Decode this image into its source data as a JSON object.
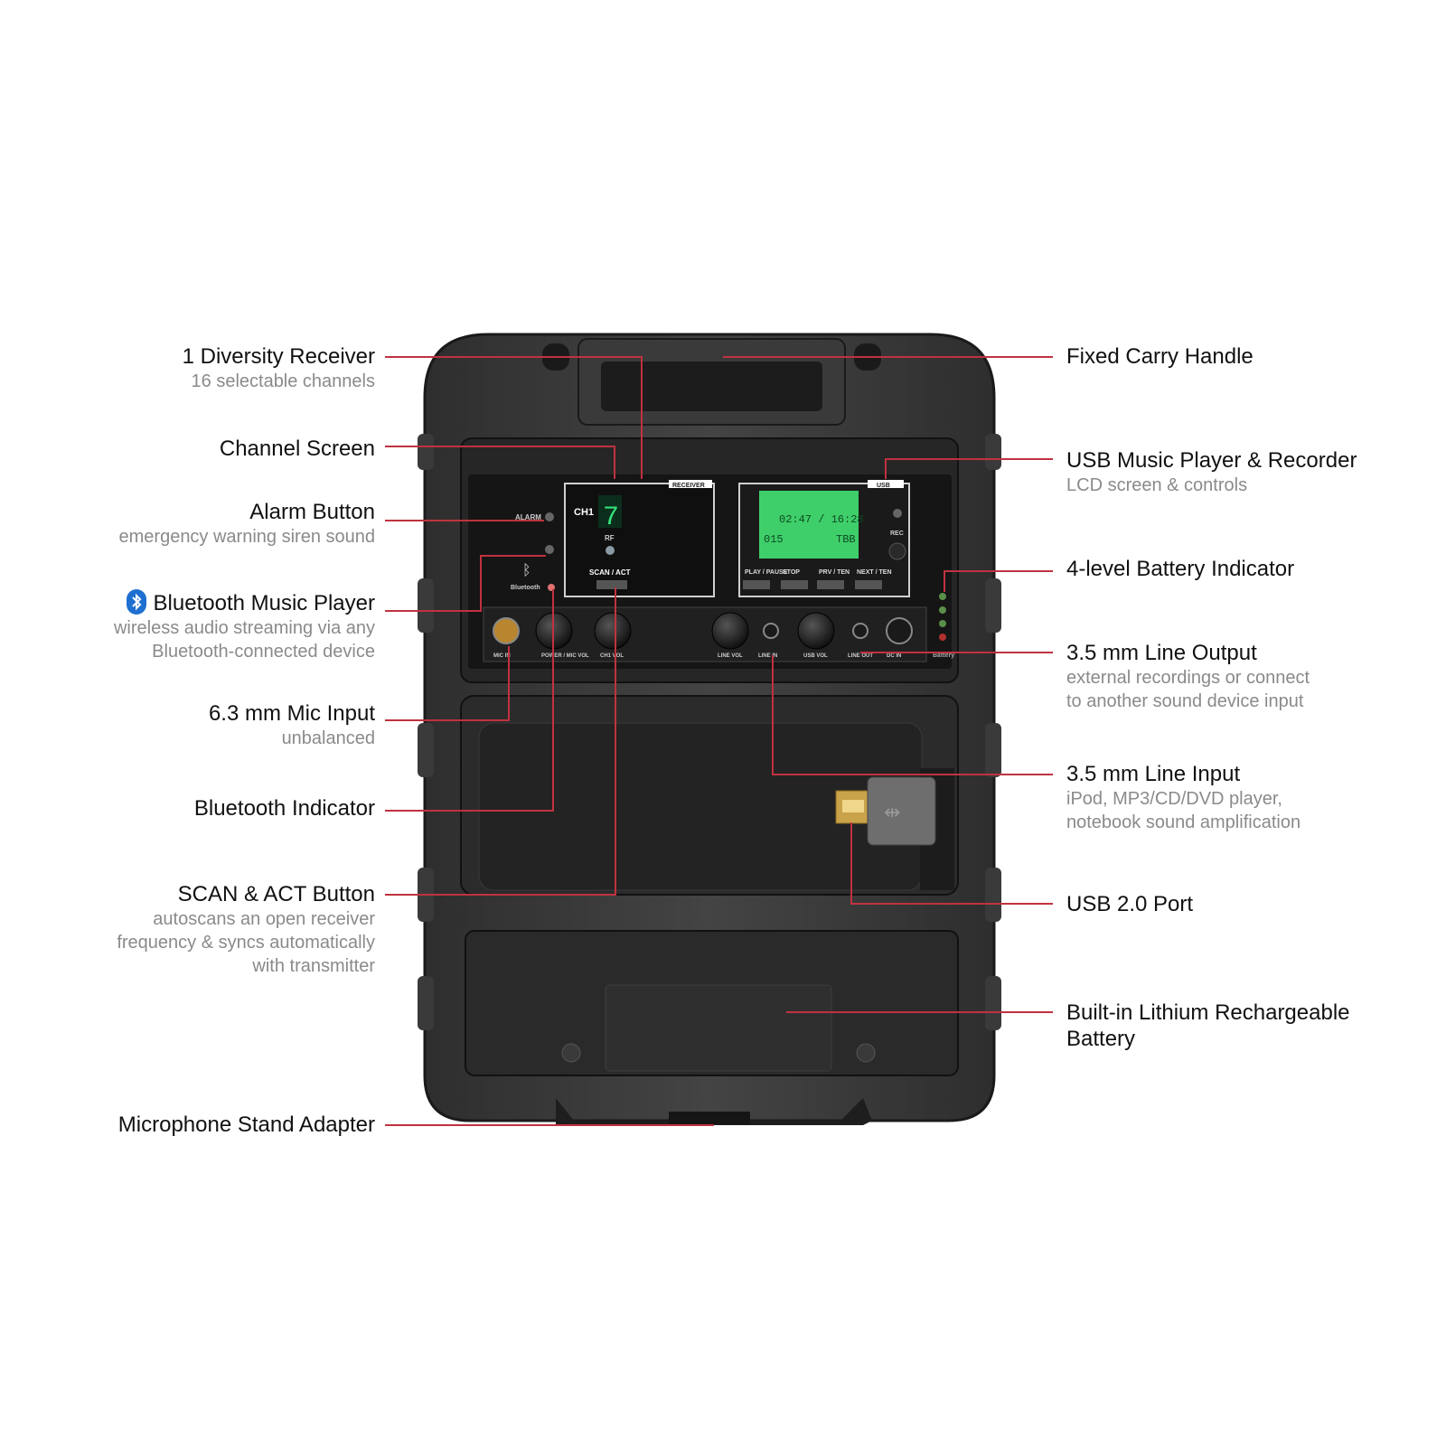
{
  "colors": {
    "leader": "#c0323f",
    "body": "#3b3b3b",
    "bluetooth": "#1e6fd0",
    "lcd": "#3fcf6a"
  },
  "left_callouts": [
    {
      "id": "diversity-receiver",
      "title": "1 Diversity Receiver",
      "sub": [
        "16 selectable channels"
      ]
    },
    {
      "id": "channel-screen",
      "title": "Channel Screen",
      "sub": []
    },
    {
      "id": "alarm-button",
      "title": "Alarm Button",
      "sub": [
        "emergency warning siren sound"
      ]
    },
    {
      "id": "bluetooth-music-player",
      "title": "Bluetooth Music Player",
      "sub": [
        "wireless audio streaming via any",
        "Bluetooth-connected device"
      ],
      "icon": "bluetooth-icon"
    },
    {
      "id": "mic-input",
      "title": "6.3 mm Mic Input",
      "sub": [
        "unbalanced"
      ]
    },
    {
      "id": "bluetooth-indicator",
      "title": "Bluetooth Indicator",
      "sub": []
    },
    {
      "id": "scan-act-button",
      "title": "SCAN & ACT Button",
      "sub": [
        "autoscans an open receiver",
        "frequency & syncs automatically",
        "with transmitter"
      ]
    },
    {
      "id": "mic-stand-adapter",
      "title": "Microphone Stand Adapter",
      "sub": []
    }
  ],
  "right_callouts": [
    {
      "id": "carry-handle",
      "title": "Fixed Carry Handle",
      "sub": []
    },
    {
      "id": "usb-player",
      "title": "USB Music Player & Recorder",
      "sub": [
        "LCD screen & controls"
      ]
    },
    {
      "id": "battery-indicator",
      "title": "4-level Battery Indicator",
      "sub": []
    },
    {
      "id": "line-output",
      "title": "3.5 mm Line Output",
      "sub": [
        "external recordings or connect",
        "to another sound device input"
      ]
    },
    {
      "id": "line-input",
      "title": "3.5 mm Line Input",
      "sub": [
        "iPod, MP3/CD/DVD player,",
        "notebook sound amplification"
      ]
    },
    {
      "id": "usb-port",
      "title": "USB 2.0 Port",
      "sub": []
    },
    {
      "id": "lithium-battery",
      "title": "Built-in Lithium Rechargeable",
      "sub": [],
      "title2": "Battery"
    }
  ],
  "device": {
    "panel_left": {
      "alarm": "ALARM",
      "bluetooth": "Bluetooth"
    },
    "receiver": {
      "tag": "RECEIVER",
      "channel": "CH1",
      "digit": "7",
      "rf": "RF",
      "scan": "SCAN / ACT"
    },
    "usb_panel": {
      "tag": "USB",
      "rec": "REC",
      "lcd_line1": "02:47 / 16:28",
      "lcd_line2": "015",
      "lcd_line3": "TBB",
      "buttons": [
        "PLAY / PAUSE",
        "STOP",
        "PRV / TEN",
        "NEXT / TEN"
      ]
    },
    "jacks": [
      "MIC IN",
      "POWER / MIC VOL",
      "CH1 VOL",
      "LINE VOL",
      "LINE IN",
      "USB VOL",
      "LINE OUT",
      "DC IN"
    ],
    "battery_label": "Battery"
  }
}
